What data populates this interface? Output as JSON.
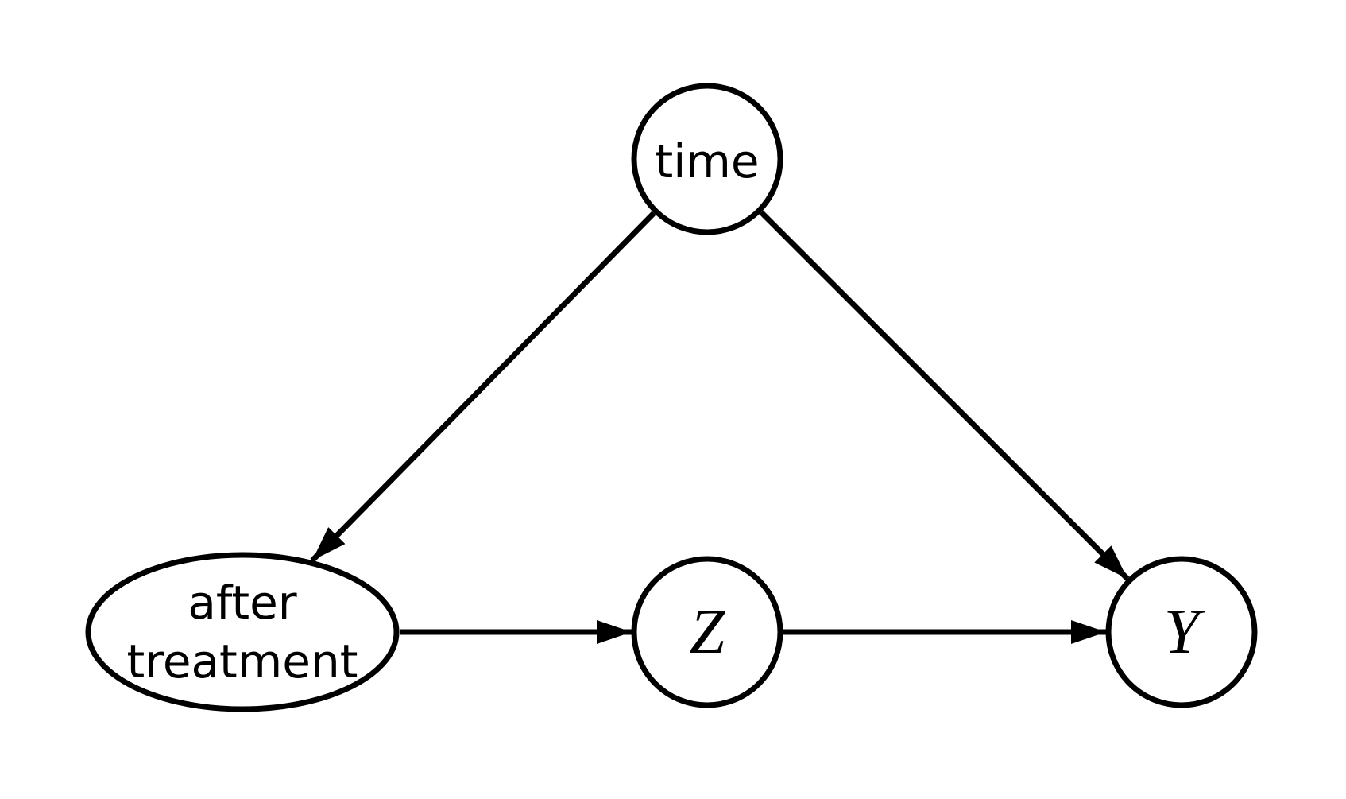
{
  "diagram": {
    "type": "causal-dag",
    "background_color": "#ffffff",
    "line_color": "#000000",
    "nodes": [
      {
        "id": "time",
        "label": "time",
        "shape": "circle",
        "text_style": "sans"
      },
      {
        "id": "after_treatment",
        "label": "after treatment",
        "label_lines": [
          "after",
          "treatment"
        ],
        "shape": "ellipse",
        "text_style": "sans"
      },
      {
        "id": "Z",
        "label": "Z",
        "shape": "circle",
        "text_style": "math-italic"
      },
      {
        "id": "Y",
        "label": "Y",
        "shape": "circle",
        "text_style": "math-italic"
      }
    ],
    "edges": [
      {
        "from": "time",
        "to": "after_treatment",
        "directed": true
      },
      {
        "from": "time",
        "to": "Y",
        "directed": true
      },
      {
        "from": "after_treatment",
        "to": "Z",
        "directed": true
      },
      {
        "from": "Z",
        "to": "Y",
        "directed": true
      }
    ]
  }
}
